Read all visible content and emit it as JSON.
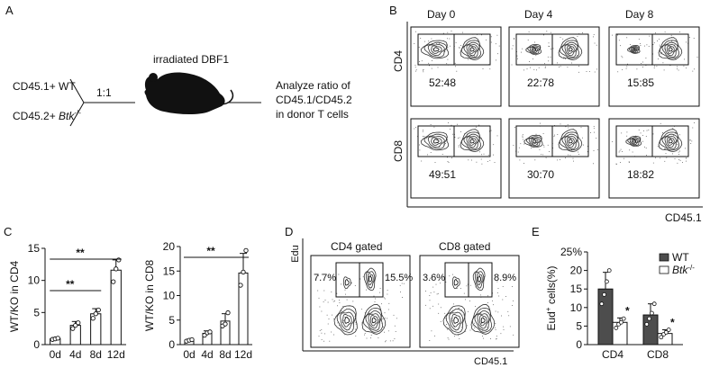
{
  "panels": {
    "a": {
      "label": "A"
    },
    "b": {
      "label": "B"
    },
    "c": {
      "label": "C"
    },
    "d": {
      "label": "D"
    },
    "e": {
      "label": "E"
    }
  },
  "schematic": {
    "wt_donor": "CD45.1+ WT",
    "ko_donor_prefix": "CD45.2+ ",
    "ko_donor_gene": "Btk",
    "ko_donor_sup": "-/-",
    "ratio": "1:1",
    "recipient": "irradiated DBF1",
    "analysis_line1": "Analyze ratio of",
    "analysis_line2": "CD45.1/CD45.2",
    "analysis_line3": "in donor T cells"
  },
  "flow_b": {
    "days": [
      "Day 0",
      "Day 4",
      "Day 8"
    ],
    "rows": [
      {
        "label": "CD4",
        "ratios": [
          "52:48",
          "22:78",
          "15:85"
        ]
      },
      {
        "label": "CD8",
        "ratios": [
          "49:51",
          "30:70",
          "18:82"
        ]
      }
    ],
    "x_label": "CD45.1"
  },
  "chart_data": [
    {
      "id": "c-cd4",
      "type": "bar",
      "ylabel": "WT/KO in CD4",
      "categories": [
        "0d",
        "4d",
        "8d",
        "12d"
      ],
      "values": [
        0.9,
        3.0,
        4.8,
        11.6
      ],
      "errors": [
        0.2,
        0.6,
        0.8,
        1.6
      ],
      "points": [
        [
          0.8,
          0.9,
          1.0
        ],
        [
          2.5,
          3.0,
          3.4
        ],
        [
          4.1,
          4.8,
          5.4
        ],
        [
          9.8,
          11.8,
          13.2
        ]
      ],
      "ylim": [
        0,
        15
      ],
      "yticks": [
        0,
        5,
        10,
        15
      ],
      "significance": [
        {
          "from": "0d",
          "to": "12d",
          "label": "**"
        },
        {
          "from": "0d",
          "to": "8d",
          "label": "**"
        }
      ]
    },
    {
      "id": "c-cd8",
      "type": "bar",
      "ylabel": "WT/KO in CD8",
      "categories": [
        "0d",
        "4d",
        "8d",
        "12d"
      ],
      "values": [
        0.9,
        2.3,
        4.8,
        14.6
      ],
      "errors": [
        0.2,
        0.5,
        1.5,
        4.0
      ],
      "points": [
        [
          0.7,
          0.9,
          1.0
        ],
        [
          1.9,
          2.4,
          2.6
        ],
        [
          3.8,
          4.2,
          6.5
        ],
        [
          12.1,
          14.8,
          19.2
        ]
      ],
      "ylim": [
        0,
        20
      ],
      "yticks": [
        0,
        5,
        10,
        15,
        20
      ],
      "significance": [
        {
          "from": "0d",
          "to": "12d",
          "label": "**"
        }
      ]
    },
    {
      "id": "e-edu",
      "type": "bar",
      "ylabel_prefix": "Eud",
      "ylabel_sup": "+",
      "ylabel_suffix": " cells(%)",
      "categories": [
        "CD4",
        "CD8"
      ],
      "series": [
        {
          "name": "WT",
          "color": "#4d4d4d",
          "values": [
            15.0,
            8.0
          ],
          "errors": [
            4.5,
            3.0
          ],
          "points": [
            [
              11.0,
              13.5,
              17.0,
              20.0
            ],
            [
              5.5,
              7.0,
              8.5,
              11.0
            ]
          ]
        },
        {
          "name_prefix": "Btk",
          "name_sup": "-/-",
          "color": "#ffffff",
          "values": [
            6.0,
            3.0
          ],
          "errors": [
            1.2,
            1.0
          ],
          "points": [
            [
              4.5,
              5.5,
              6.0,
              7.0
            ],
            [
              2.0,
              2.8,
              3.3,
              4.0
            ]
          ]
        }
      ],
      "ylim": [
        0,
        25
      ],
      "yticks": [
        "0",
        "5",
        "10",
        "15",
        "20",
        "25%"
      ],
      "significance_marks": [
        "*",
        "*"
      ]
    }
  ],
  "flow_d": {
    "gates": [
      {
        "title": "CD4 gated",
        "left_pct": "7.7%",
        "right_pct": "15.5%"
      },
      {
        "title": "CD8  gated",
        "left_pct": "3.6%",
        "right_pct": "8.9%"
      }
    ],
    "y_label": "Edu",
    "x_label": "CD45.1"
  }
}
